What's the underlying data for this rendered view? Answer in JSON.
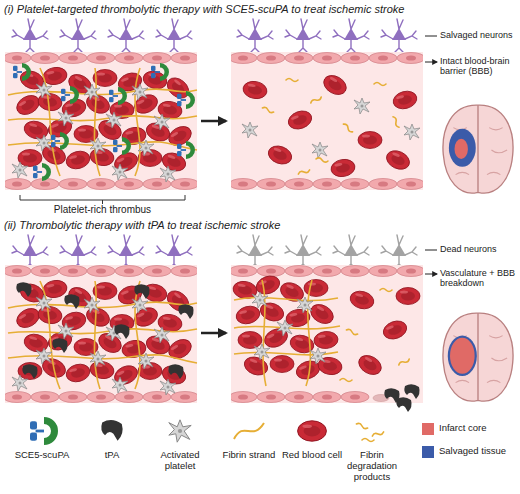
{
  "diagram": {
    "labels": [
      "(i) Platelet-targeted thrombolytic therapy with SCE5-scuPA to treat ischemic stroke",
      "Salvaged neurons",
      "Intact blood-brain barrier (BBB)",
      "Platelet-rich thrombus",
      "(ii) Thrombolytic therapy with tPA to treat ischemic stroke",
      "Dead neurons",
      "Vasculature + BBB breakdown"
    ],
    "legend": [
      {
        "text": "SCE5-scuPA"
      },
      {
        "text": "tPA"
      },
      {
        "text": "Activated platelet"
      },
      {
        "text": "Fibrin strand"
      },
      {
        "text": "Red blood cell"
      },
      {
        "text": "Fibrin degradation products"
      },
      {
        "text": "Infarct core",
        "color": "#e06a66"
      },
      {
        "text": "Salvaged tissue",
        "color": "#3b5ba9"
      }
    ]
  }
}
